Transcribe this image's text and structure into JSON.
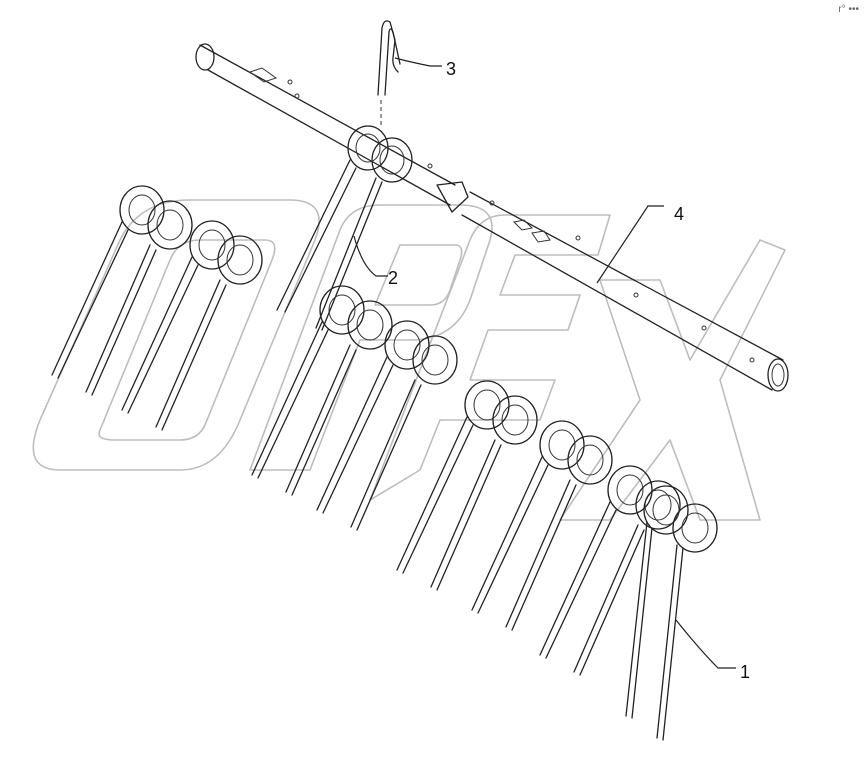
{
  "corner_ref": "r° •••",
  "watermark": "OPEX",
  "callouts": [
    {
      "id": "tine",
      "label": "1"
    },
    {
      "id": "double-tine",
      "label": "2"
    },
    {
      "id": "clip",
      "label": "3"
    },
    {
      "id": "tube",
      "label": "4"
    }
  ]
}
